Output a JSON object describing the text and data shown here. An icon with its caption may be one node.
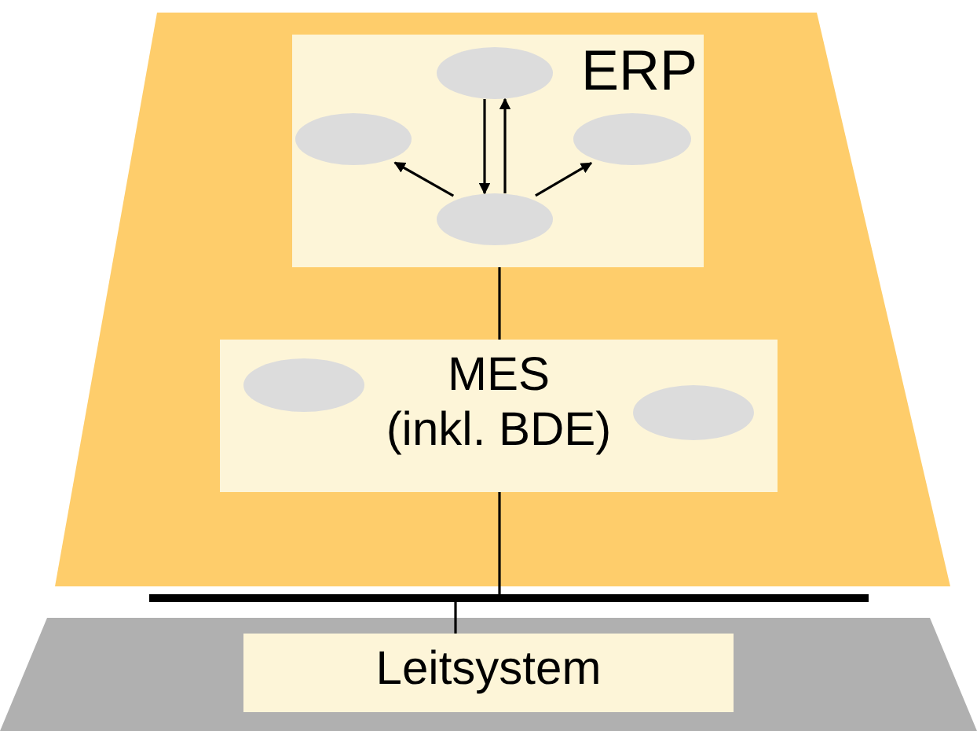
{
  "diagram": {
    "nodes": [
      {
        "text": [],
        "shape": "trapezoid"
      },
      {
        "text": [
          "ERP"
        ],
        "in": 0
      },
      {
        "text": [],
        "shape": "ellipse",
        "in": 1
      },
      {
        "text": [],
        "shape": "ellipse",
        "in": 1
      },
      {
        "text": [],
        "shape": "ellipse",
        "in": 1
      },
      {
        "text": [],
        "shape": "ellipse",
        "in": 1
      },
      {
        "text": [
          "MES (inkl. BDE)"
        ],
        "in": 0
      },
      {
        "text": [],
        "shape": "ellipse",
        "in": 6
      },
      {
        "text": [],
        "shape": "ellipse",
        "in": 6
      },
      {
        "text": [],
        "shape": "bar"
      },
      {
        "text": [],
        "shape": "trapezoid"
      },
      {
        "text": [
          "Leitsystem"
        ],
        "in": 10
      }
    ],
    "edges": [
      {
        "from": 5,
        "to": 3,
        "arrow": "to"
      },
      {
        "from": 5,
        "to": 4,
        "arrow": "to"
      },
      {
        "from": 5,
        "to": 2,
        "arrow": "to"
      },
      {
        "from": 2,
        "to": 5,
        "arrow": "to"
      },
      {
        "from": 1,
        "to": 6,
        "arrow": "none"
      },
      {
        "from": 6,
        "to": 9,
        "arrow": "none"
      },
      {
        "from": 9,
        "to": 11,
        "arrow": "none"
      }
    ]
  }
}
